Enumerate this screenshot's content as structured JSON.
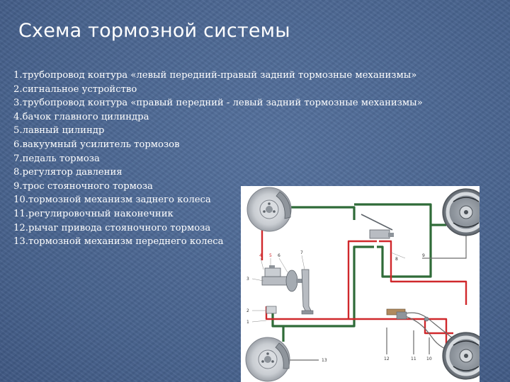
{
  "slide": {
    "title": "Схема тормозной системы",
    "legend": [
      "1.трубопровод контура «левый передний-правый задний тормозные механизмы»",
      "2.сигнальное устройство",
      "3.трубопровод контура «правый передний - левый задний тормозные механизмы»",
      "4.бачок главного цилиндра",
      "5.лавный цилиндр",
      "6.вакуумный усилитель тормозов",
      "7.педаль тормоза",
      "8.регулятор давления",
      "9.трос стояночного тормоза",
      "10.тормозной механизм заднего колеса",
      "11.регулировочный наконечник",
      "12.рычаг привода стояночного тормоза",
      "13.тормозной механизм переднего колеса"
    ]
  },
  "diagram": {
    "labels": {
      "n1": "1",
      "n2": "2",
      "n3": "3",
      "n4": "4",
      "n5": "5",
      "n6": "6",
      "n7": "7",
      "n8": "8",
      "n9": "9",
      "n10": "10",
      "n11": "11",
      "n12": "12",
      "n13": "13"
    },
    "colors": {
      "circuit_red": "#d0282c",
      "circuit_green": "#2f6b38",
      "cable_gray": "#6a6a6a",
      "metal": "#b8bcc2"
    }
  }
}
